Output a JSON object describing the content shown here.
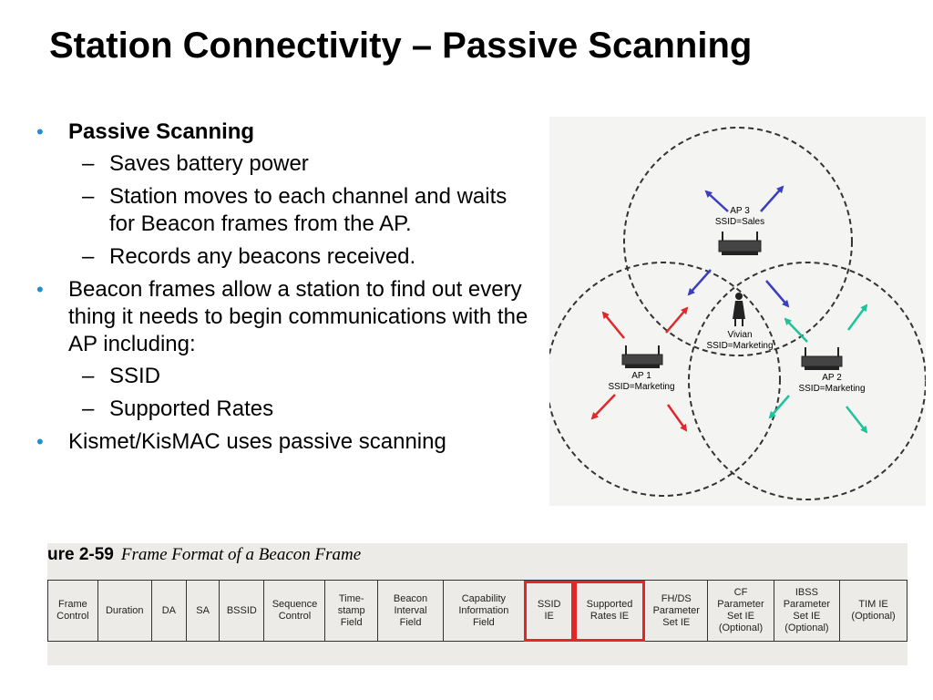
{
  "slide": {
    "title": "Station Connectivity – Passive Scanning"
  },
  "bullets": [
    {
      "text": "Passive Scanning",
      "bold": true,
      "subs": [
        "Saves battery power",
        "Station moves to each channel and waits for Beacon frames from the AP.",
        "Records any beacons received."
      ]
    },
    {
      "text": "Beacon frames allow a station to find out every thing it needs to begin communications with the AP including:",
      "bold": false,
      "subs": [
        "SSID",
        "Supported Rates"
      ]
    },
    {
      "text": "Kismet/KisMAC uses passive scanning",
      "bold": false,
      "subs": []
    }
  ],
  "diagram": {
    "ap3": {
      "name": "AP 3",
      "ssid": "SSID=Sales"
    },
    "ap1": {
      "name": "AP 1",
      "ssid": "SSID=Marketing"
    },
    "ap2": {
      "name": "AP 2",
      "ssid": "SSID=Marketing"
    },
    "station": {
      "name": "Vivian",
      "ssid": "SSID=Marketing"
    },
    "colors": {
      "ap1_arrows": "#e3262a",
      "ap2_arrows": "#1fc29a",
      "ap3_arrows": "#3a3fbf"
    }
  },
  "figure": {
    "number": "ure 2-59",
    "caption": "Frame Format of a Beacon Frame",
    "fields": [
      {
        "lines": [
          "Frame",
          "Control"
        ],
        "highlight": false
      },
      {
        "lines": [
          "Duration"
        ],
        "highlight": false
      },
      {
        "lines": [
          "DA"
        ],
        "highlight": false
      },
      {
        "lines": [
          "SA"
        ],
        "highlight": false
      },
      {
        "lines": [
          "BSSID"
        ],
        "highlight": false
      },
      {
        "lines": [
          "Sequence",
          "Control"
        ],
        "highlight": false
      },
      {
        "lines": [
          "Time-",
          "stamp",
          "Field"
        ],
        "highlight": false
      },
      {
        "lines": [
          "Beacon",
          "Interval",
          "Field"
        ],
        "highlight": false
      },
      {
        "lines": [
          "Capability",
          "Information",
          "Field"
        ],
        "highlight": false
      },
      {
        "lines": [
          "SSID",
          "IE"
        ],
        "highlight": true
      },
      {
        "lines": [
          "Supported",
          "Rates IE"
        ],
        "highlight": true
      },
      {
        "lines": [
          "FH/DS",
          "Parameter",
          "Set IE"
        ],
        "highlight": false
      },
      {
        "lines": [
          "CF",
          "Parameter",
          "Set IE",
          "(Optional)"
        ],
        "highlight": false
      },
      {
        "lines": [
          "IBSS",
          "Parameter",
          "Set IE",
          "(Optional)"
        ],
        "highlight": false
      },
      {
        "lines": [
          "TIM IE",
          "(Optional)"
        ],
        "highlight": false
      }
    ],
    "highlight_color": "#e3262a"
  }
}
